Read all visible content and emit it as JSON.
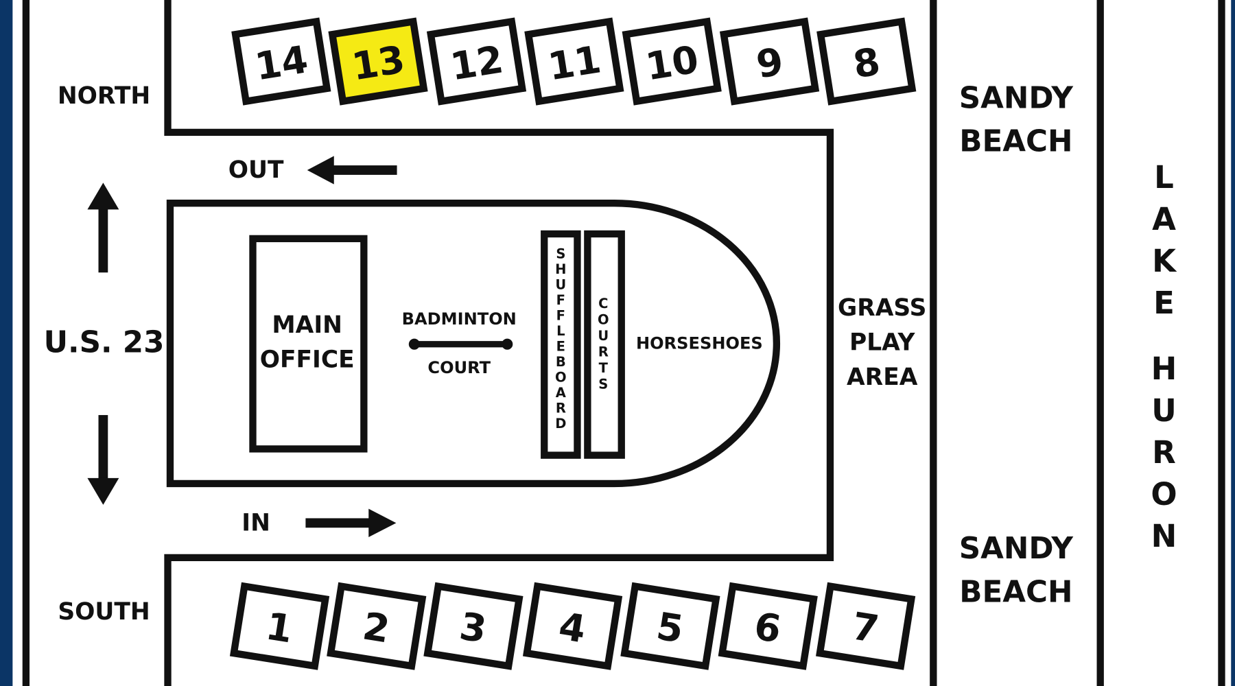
{
  "colors": {
    "frame": "#0b3566",
    "line": "#111111",
    "highlight": "#f5ea14"
  },
  "labels": {
    "north": "NORTH",
    "south": "SOUTH",
    "highway": "U.S. 23",
    "out": "OUT",
    "in": "IN",
    "main_office": [
      "MAIN",
      "OFFICE"
    ],
    "badminton": "BADMINTON",
    "court": "COURT",
    "shuffleboard": "SHUFFLEBOARD",
    "courts": "COURTS",
    "horseshoes": "HORSESHOES",
    "grass_play_area": [
      "GRASS",
      "PLAY",
      "AREA"
    ],
    "sandy_beach_north": [
      "SANDY",
      "BEACH"
    ],
    "sandy_beach_south": [
      "SANDY",
      "BEACH"
    ],
    "lake": "LAKE",
    "huron": "HURON"
  },
  "sites_north": [
    {
      "number": "14",
      "highlighted": false
    },
    {
      "number": "13",
      "highlighted": true
    },
    {
      "number": "12",
      "highlighted": false
    },
    {
      "number": "11",
      "highlighted": false
    },
    {
      "number": "10",
      "highlighted": false
    },
    {
      "number": "9",
      "highlighted": false
    },
    {
      "number": "8",
      "highlighted": false
    }
  ],
  "sites_south": [
    {
      "number": "1",
      "highlighted": false
    },
    {
      "number": "2",
      "highlighted": false
    },
    {
      "number": "3",
      "highlighted": false
    },
    {
      "number": "4",
      "highlighted": false
    },
    {
      "number": "5",
      "highlighted": false
    },
    {
      "number": "6",
      "highlighted": false
    },
    {
      "number": "7",
      "highlighted": false
    }
  ]
}
